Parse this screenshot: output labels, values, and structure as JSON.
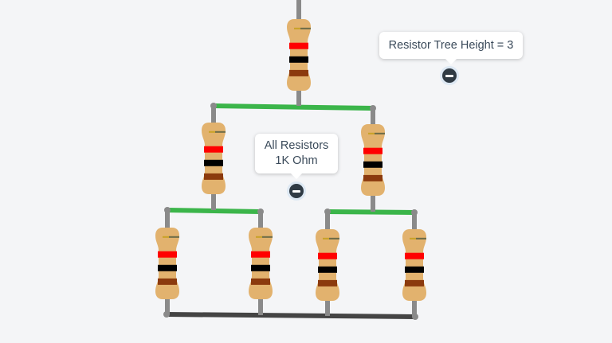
{
  "annotations": {
    "tree_height_label": "Resistor Tree Height = 3",
    "resistors_line1": "All Resistors",
    "resistors_line2": "1K Ohm"
  },
  "colors": {
    "wire_active": "#3bb54a",
    "wire_ground": "#444444",
    "lead": "#8a8a8a",
    "resistor_body": "#e2b26e",
    "band_1": "#ff0000",
    "band_2": "#000000",
    "band_3": "#8b3a0e",
    "band_tolerance": "#c9a227"
  },
  "icons": {
    "collapse": "minus-circle-icon"
  }
}
